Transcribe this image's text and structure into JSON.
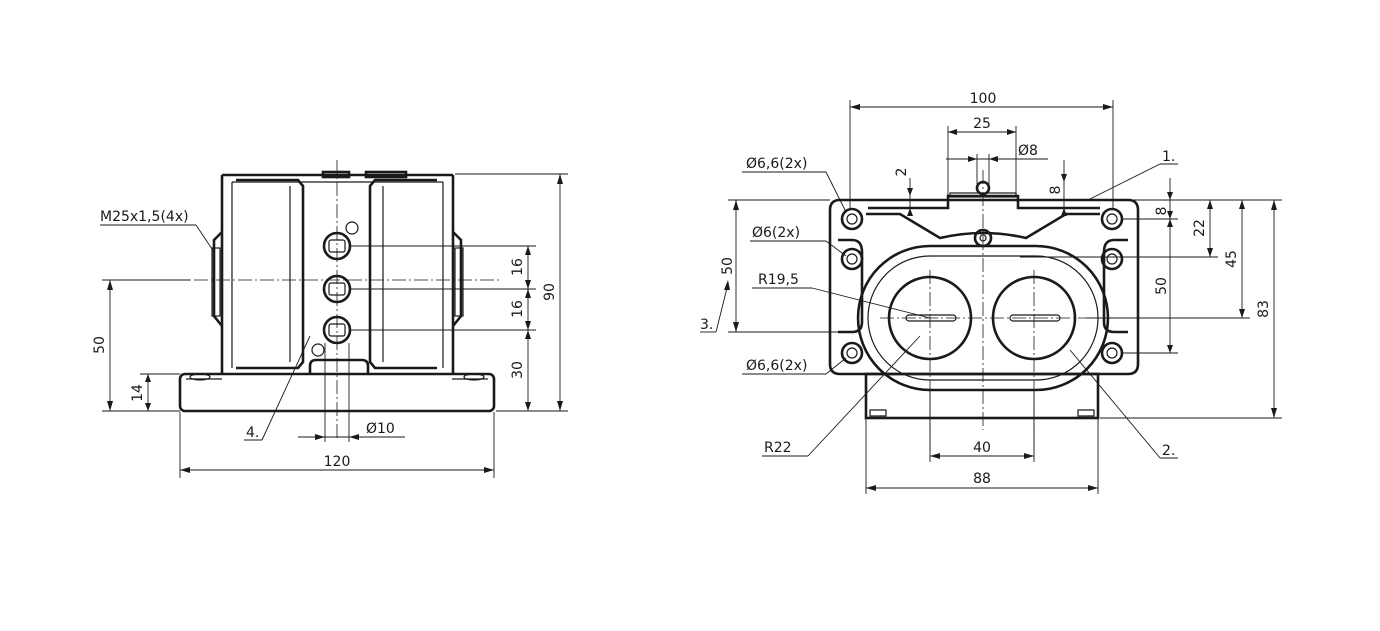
{
  "side_view": {
    "thread_label": "M25x1,5(4x)",
    "dim_width": "120",
    "dim_height": "90",
    "dim_axis_height": "50",
    "dim_base_height": "14",
    "dim_hole_pitch_1": "16",
    "dim_hole_pitch_2": "16",
    "dim_hole_offset": "30",
    "dim_hole_diameter": "Ø10",
    "item_4": "4."
  },
  "front_view": {
    "dim_overall_width": "100",
    "dim_top_25": "25",
    "dim_pin_diameter": "Ø8",
    "dim_top_2": "2",
    "dim_top_8": "8",
    "hole_label_top": "Ø6,6(2x)",
    "hole_label_mid": "Ø6(2x)",
    "hole_label_bottom": "Ø6,6(2x)",
    "radius_inner": "R19,5",
    "radius_outer": "R22",
    "dim_left_50": "50",
    "dim_right_8": "8",
    "dim_right_22": "22",
    "dim_right_45": "45",
    "dim_right_50": "50",
    "dim_right_83": "83",
    "dim_bottom_40": "40",
    "dim_bottom_88": "88",
    "item_1": "1.",
    "item_2": "2.",
    "item_3": "3."
  },
  "colors": {
    "ink": "#1a1a1a",
    "paper": "#ffffff"
  }
}
